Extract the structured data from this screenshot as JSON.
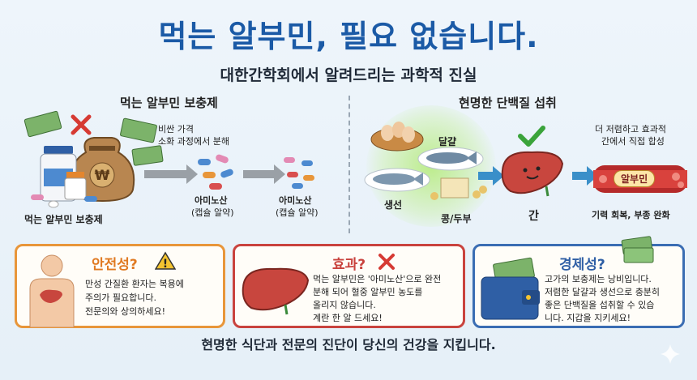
{
  "header": {
    "title": "먹는 알부민, 필요 없습니다.",
    "subtitle": "대한간학회에서 알려드리는 과학적 진실"
  },
  "left_section": {
    "heading": "먹는 알부민 보충제",
    "product_label": "먹는 알부민 보충제",
    "note_line1": "비싼 가격",
    "note_line2": "소화 과정에서 분해",
    "step1_line1": "아미노산",
    "step1_line2": "(캡슐 알약)",
    "step2_line1": "아미노산",
    "step2_line2": "(캡슐 알약)"
  },
  "right_section": {
    "heading": "현명한 단백질 섭취",
    "food_egg": "달걀",
    "food_fish": "생선",
    "food_tofu": "콩/두부",
    "liver_label": "간",
    "note_line1": "더 저렴하고 효과적",
    "note_line2": "간에서 직접 합성",
    "vessel_label": "알부민",
    "benefit": "기력 회복, 부종 완화"
  },
  "cards": [
    {
      "title": "안전성?",
      "lines": [
        "만성 간질환 환자는 복용에",
        "주의가 필요합니다.",
        "전문의와 상의하세요!"
      ]
    },
    {
      "title": "효과?",
      "lines": [
        "먹는 알부민은 '아미노산'으로 완전",
        "분해 되어 혈중 알부민 농도를",
        "올리지 않습니다.",
        "계란 한 알 드세요!"
      ]
    },
    {
      "title": "경제성?",
      "lines": [
        "고가의 보충제는 낭비입니다.",
        "저렴한 달걀과 생선으로 충분히",
        "좋은 단백질을 섭취할 수 있습",
        "니다. 지갑을 지키세요!"
      ]
    }
  ],
  "footer": "현명한 식단과 전문의 진단이 당신의 건강을 지킵니다.",
  "colors": {
    "title_blue": "#1b5aa6",
    "orange": "#e8963a",
    "red": "#c9433e",
    "blue": "#3a6db3",
    "green_check": "#3aa33a"
  }
}
